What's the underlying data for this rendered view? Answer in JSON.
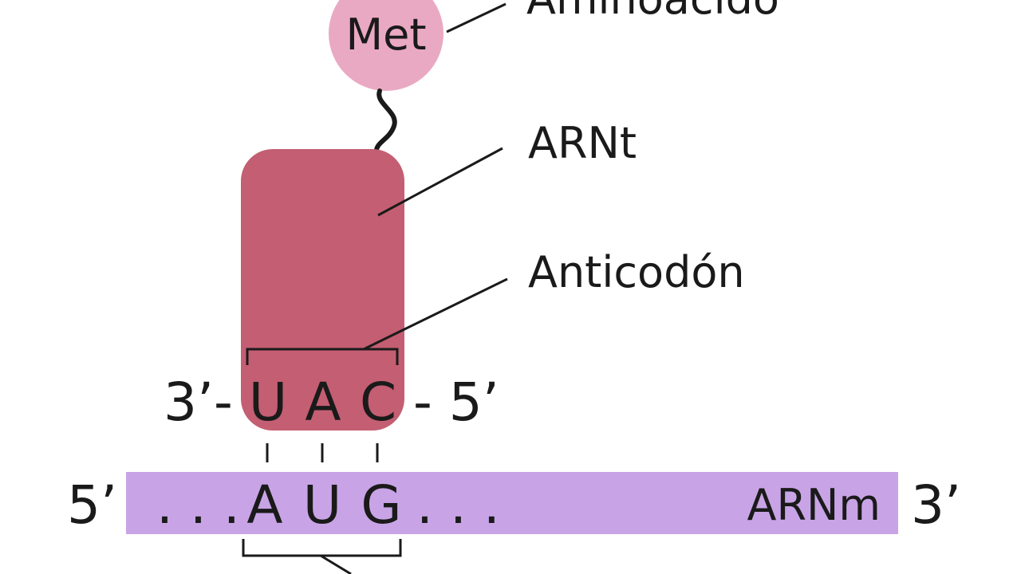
{
  "labels": {
    "aminoacid": "Aminoácido",
    "trna": "ARNt",
    "anticodon": "Anticodón",
    "mrna": "ARNm"
  },
  "amino_acid": {
    "name": "Met"
  },
  "trna_strand": {
    "left_end": "3’-",
    "bases": [
      "U",
      "A",
      "C"
    ],
    "right_end": "- 5’"
  },
  "mrna_strand": {
    "left_end": "5’",
    "leading_dots": ". . .",
    "bases": [
      "A",
      "U",
      "G"
    ],
    "trailing_dots": ". . .",
    "right_end": "3’"
  },
  "colors": {
    "amino_acid_circle": "#eaa9c2",
    "trna_body": "#c45e72",
    "mrna_strip": "#c8a4e6",
    "line": "#1a1a1a"
  }
}
